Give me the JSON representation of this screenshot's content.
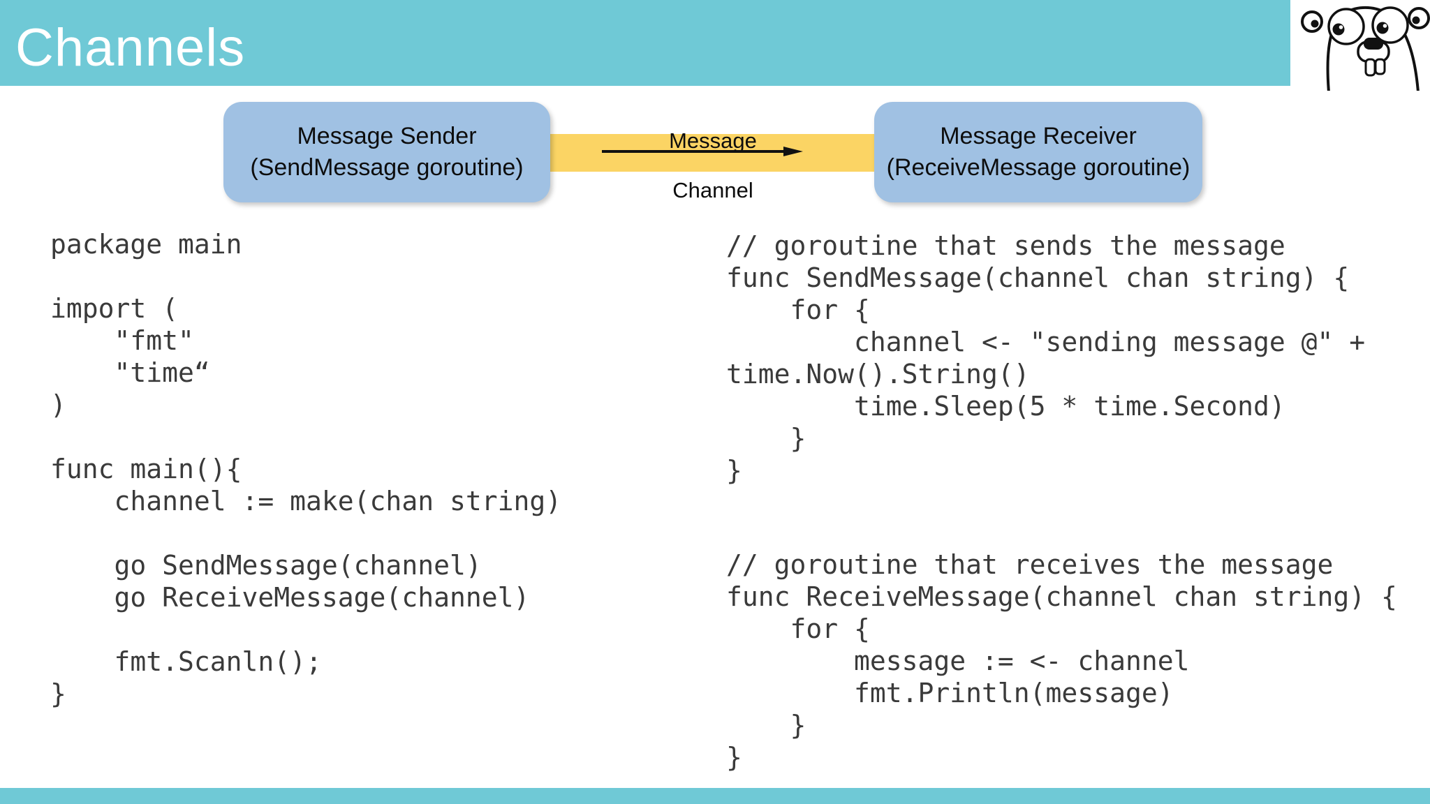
{
  "header": {
    "title": "Channels"
  },
  "logo": {
    "name": "go-gopher"
  },
  "diagram": {
    "sender": {
      "line1": "Message Sender",
      "line2": "(SendMessage goroutine)"
    },
    "receiver": {
      "line1": "Message Receiver",
      "line2": "(ReceiveMessage goroutine)"
    },
    "message_label": "Message",
    "channel_label": "Channel"
  },
  "code": {
    "left": "package main\n\nimport (\n    \"fmt\"\n    \"time“\n)\n\nfunc main(){\n    channel := make(chan string)\n\n    go SendMessage(channel)\n    go ReceiveMessage(channel)\n\n    fmt.Scanln();\n}",
    "right_top": "// goroutine that sends the message\nfunc SendMessage(channel chan string) {\n    for {\n        channel <- \"sending message @\" +\ntime.Now().String()\n        time.Sleep(5 * time.Second)\n    }\n}",
    "right_bottom": "// goroutine that receives the message\nfunc ReceiveMessage(channel chan string) {\n    for {\n        message := <- channel\n        fmt.Println(message)\n    }\n}"
  },
  "colors": {
    "teal": "#6FC9D6",
    "box_blue": "#A0C1E3",
    "channel_yellow": "#FBD464",
    "code_text": "#3A3A3A",
    "header_text": "#FFFFFF"
  }
}
